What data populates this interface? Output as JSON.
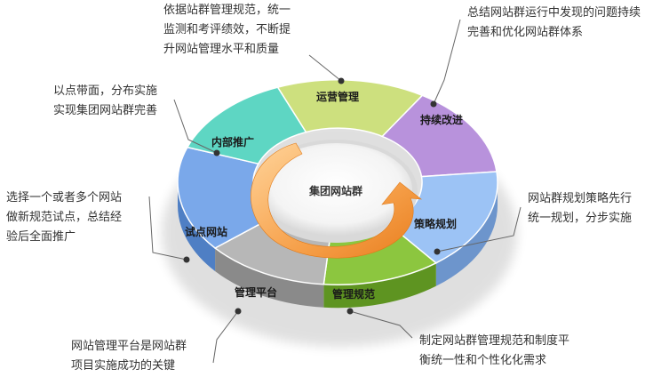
{
  "center": {
    "label": "集团网站群"
  },
  "segments": [
    {
      "id": "operations",
      "label": "运营管理",
      "color": "#cde07e",
      "dark": "#9db548"
    },
    {
      "id": "improvement",
      "label": "持续改进",
      "color": "#b892dc",
      "dark": "#8763b0"
    },
    {
      "id": "strategy",
      "label": "策略规划",
      "color": "#9cc3f5",
      "dark": "#6d95cc"
    },
    {
      "id": "standards",
      "label": "管理规范",
      "color": "#8cc63f",
      "dark": "#5e9421"
    },
    {
      "id": "platform",
      "label": "管理平台",
      "color": "#b7b7b7",
      "dark": "#8a8a8a"
    },
    {
      "id": "pilot",
      "label": "试点网站",
      "color": "#7aa8ea",
      "dark": "#4f7fc4"
    },
    {
      "id": "promotion",
      "label": "内部推广",
      "color": "#5ed6c3",
      "dark": "#2aa792"
    }
  ],
  "notes": {
    "operations": [
      "依据站群管理规范，统一",
      "监测和考评绩效，不断提",
      "升网站管理水平和质量"
    ],
    "improvement": [
      "总结网站群运行中发现的问题持续",
      "完善和优化网站群体系"
    ],
    "strategy": [
      "网站群规划策略先行",
      "统一规划，分步实施"
    ],
    "standards": [
      "制定网站群管理规范和制度平",
      "衡统一性和个性化化需求"
    ],
    "platform": [
      "网站管理平台是网站群",
      "项目实施成功的关键"
    ],
    "pilot": [
      "选择一个或者多个网站",
      "做新规范试点，总结经",
      "验后全面推广"
    ],
    "promotion": [
      "以点带面，分布实施",
      "实现集团网站群完善"
    ]
  }
}
